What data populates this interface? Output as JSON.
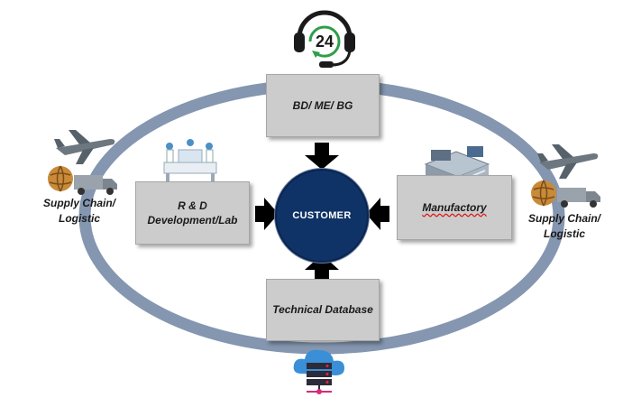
{
  "nodes": {
    "bd_label": "BD/ ME/ BG",
    "rd_label_line1": "R & D",
    "rd_label_line2": "Development/Lab",
    "manufactory_label": "Manufactory",
    "technical_label": "Technical Database",
    "customer_label": "CUSTOMER",
    "supply_left_line1": "Supply Chain/",
    "supply_left_line2": "Logistic",
    "supply_right_line1": "Supply Chain/",
    "supply_right_line2": "Logistic"
  },
  "support_badge": "24",
  "icons": [
    "headset-24-icon",
    "lab-icon",
    "factory-icon",
    "airplane-icon",
    "globe-icon",
    "truck-icon",
    "cloud-server-icon"
  ],
  "colors": {
    "ring": "#8496b0",
    "customer_fill": "#0f3366",
    "box_fill": "#cccccc",
    "arrow": "#000000",
    "badge_arrow": "#2e9e4a"
  }
}
